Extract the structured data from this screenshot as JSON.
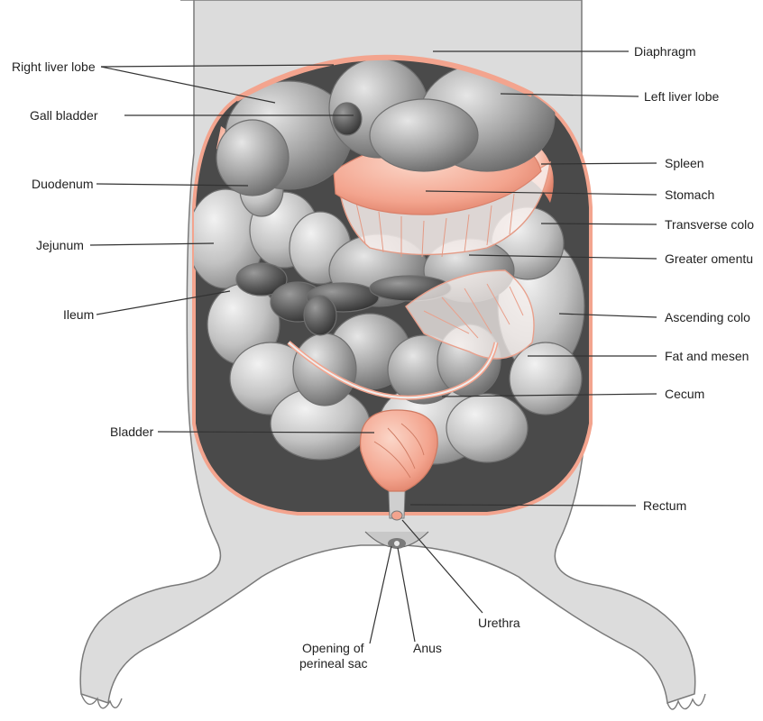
{
  "labels": {
    "right_liver_lobe": "Right liver lobe",
    "gall_bladder": "Gall bladder",
    "duodenum": "Duodenum",
    "jejunum": "Jejunum",
    "ileum": "Ileum",
    "bladder": "Bladder",
    "diaphragm": "Diaphragm",
    "left_liver_lobe": "Left liver lobe",
    "spleen": "Spleen",
    "stomach": "Stomach",
    "transverse_colon": "Transverse colo",
    "greater_omentum": "Greater omentu",
    "ascending_colon": "Ascending colo",
    "fat_and_mesentery": "Fat and mesen",
    "cecum": "Cecum",
    "rectum": "Rectum",
    "urethra": "Urethra",
    "anus": "Anus",
    "opening_line1": "Opening of",
    "opening_line2": "perineal sac"
  },
  "colors": {
    "body": "#d9d9d9",
    "cavity": "#4a4a4a",
    "organ_gray": "#9a9a9a",
    "organ_light": "#c4c4c4",
    "organ_dark": "#5e5e5e",
    "pink": "#f3a48e",
    "pink_light": "#f8c8b8"
  }
}
